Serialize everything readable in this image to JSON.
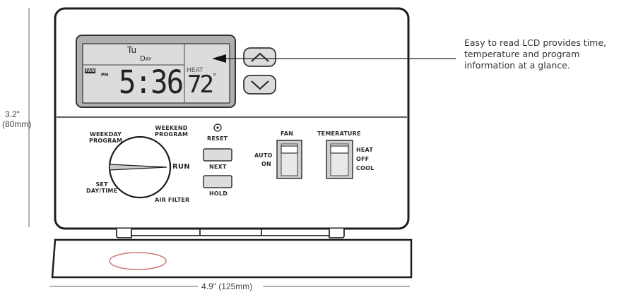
{
  "callout": {
    "lines": [
      "Easy to read LCD provides time,",
      "temperature and program",
      "information at a glance."
    ]
  },
  "dimensions": {
    "height_inch": "3.2\"",
    "height_mm": "(80mm)",
    "width": "4.9\" (125mm)"
  },
  "lcd": {
    "day_abbrev": "Tu",
    "day_label": "Day",
    "fan_indicator": "FAN",
    "ampm": "PM",
    "time": "5:36",
    "mode": "HEAT",
    "temperature": "72",
    "degree": "°"
  },
  "dial": {
    "weekday_program": [
      "WEEKDAY",
      "PROGRAM"
    ],
    "weekend_program": [
      "WEEKEND",
      "PROGRAM"
    ],
    "run": "RUN",
    "set_day_time": [
      "SET",
      "DAY/TIME"
    ],
    "air_filter": "AIR FILTER"
  },
  "buttons": {
    "reset": "RESET",
    "next": "NEXT",
    "hold": "HOLD"
  },
  "fan_switch": {
    "title": "FAN",
    "auto": "AUTO",
    "on": "ON"
  },
  "temp_switch": {
    "title": "TEMERATURE",
    "heat": "HEAT",
    "off": "OFF",
    "cool": "COOL"
  }
}
